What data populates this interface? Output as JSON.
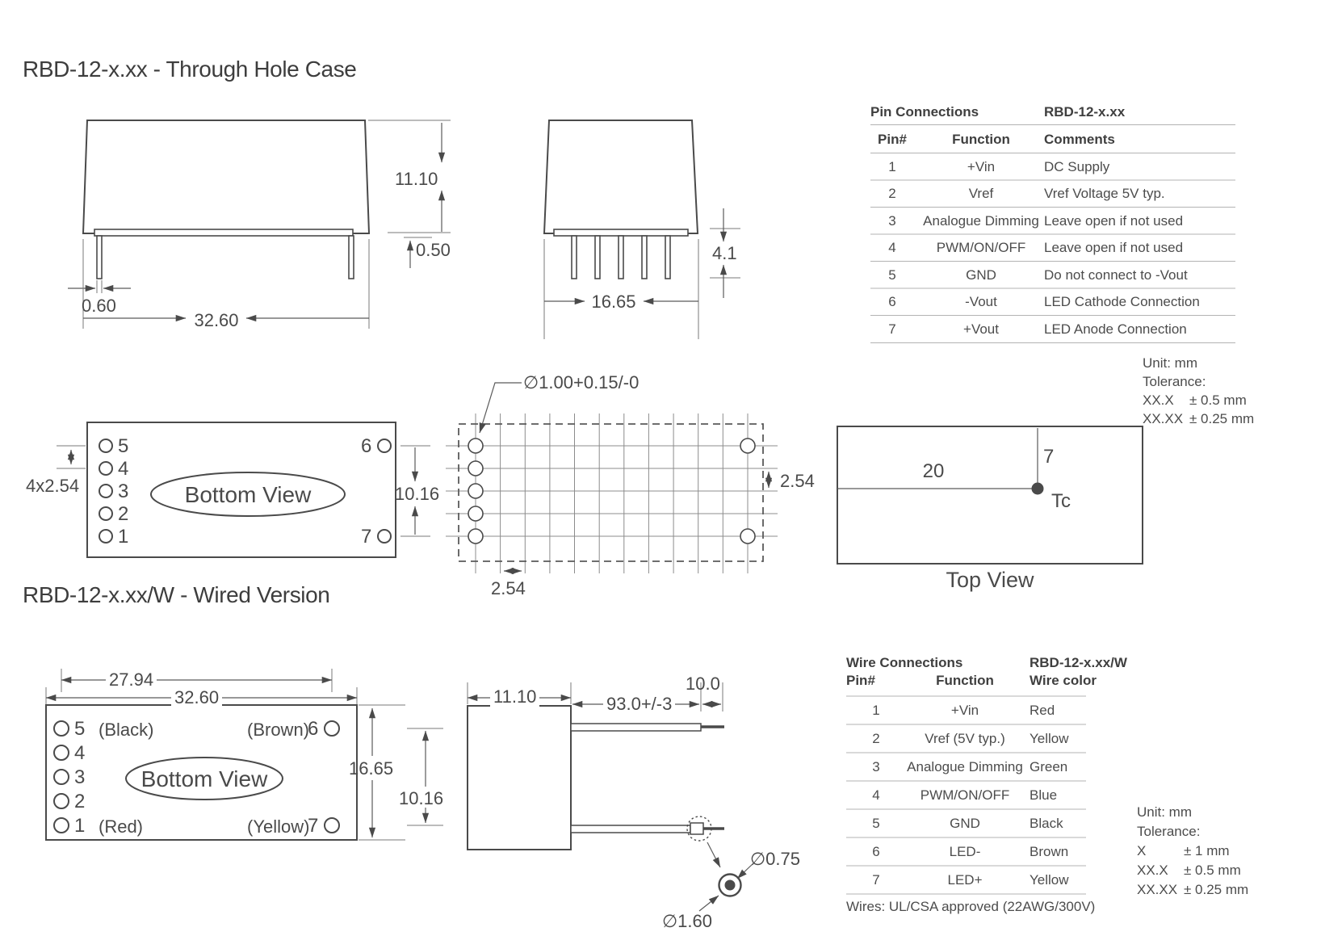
{
  "sections": {
    "through_hole_title": "RBD-12-x.xx - Through Hole Case",
    "wired_title": "RBD-12-x.xx/W - Wired Version"
  },
  "front_view": {
    "height": "11.10",
    "standoff": "0.50",
    "pin_width": "0.60",
    "width": "32.60"
  },
  "side_view": {
    "pin_length": "4.1",
    "depth": "16.65"
  },
  "bottom_view": {
    "label": "Bottom View",
    "pins_left": [
      "5",
      "4",
      "3",
      "2",
      "1"
    ],
    "pin_right_top": "6",
    "pin_right_bottom": "7",
    "pitch": "4x2.54",
    "row_span": "10.16"
  },
  "hole_pattern": {
    "hole_dia": "∅1.00+0.15/-0",
    "pitch_x": "2.54",
    "pitch_y": "2.54"
  },
  "top_view": {
    "label": "Top View",
    "tc_from_left": "20",
    "tc_from_top": "7",
    "tc_label": "Tc"
  },
  "pin_table": {
    "title": "Pin Connections",
    "model": "RBD-12-x.xx",
    "headers": [
      "Pin#",
      "Function",
      "Comments"
    ],
    "rows": [
      [
        "1",
        "+Vin",
        "DC Supply"
      ],
      [
        "2",
        "Vref",
        "Vref Voltage 5V typ."
      ],
      [
        "3",
        "Analogue Dimming",
        "Leave open if not used"
      ],
      [
        "4",
        "PWM/ON/OFF",
        "Leave open if not used"
      ],
      [
        "5",
        "GND",
        "Do not connect to -Vout"
      ],
      [
        "6",
        "-Vout",
        "LED Cathode Connection"
      ],
      [
        "7",
        "+Vout",
        "LED Anode Connection"
      ]
    ]
  },
  "tol_top": {
    "unit": "Unit: mm",
    "tolerance": "Tolerance:",
    "rows": [
      [
        "XX.X",
        "± 0.5 mm"
      ],
      [
        "XX.XX",
        "± 0.25 mm"
      ]
    ]
  },
  "wired_bottom_view": {
    "label": "Bottom View",
    "pins_left": [
      "5",
      "4",
      "3",
      "2",
      "1"
    ],
    "pin5_color": "(Black)",
    "pin1_color": "(Red)",
    "pin6_color": "(Brown)",
    "pin7_color": "(Yellow)",
    "pin6": "6",
    "pin7": "7",
    "dim_pin_span": "27.94",
    "dim_width": "32.60",
    "dim_depth": "16.65",
    "dim_row_span": "10.16"
  },
  "wired_side_view": {
    "dim_body": "11.10",
    "dim_wire_length": "93.0+/-3",
    "dim_strip": "10.0",
    "dia_conductor": "∅0.75",
    "dia_insulation": "∅1.60"
  },
  "wire_table": {
    "title": "Wire Connections",
    "model": "RBD-12-x.xx/W",
    "headers": [
      "Pin#",
      "Function",
      "Wire color"
    ],
    "rows": [
      [
        "1",
        "+Vin",
        "Red"
      ],
      [
        "2",
        "Vref (5V typ.)",
        "Yellow"
      ],
      [
        "3",
        "Analogue Dimming",
        "Green"
      ],
      [
        "4",
        "PWM/ON/OFF",
        "Blue"
      ],
      [
        "5",
        "GND",
        "Black"
      ],
      [
        "6",
        "LED-",
        "Brown"
      ],
      [
        "7",
        "LED+",
        "Yellow"
      ]
    ],
    "footer": "Wires: UL/CSA approved (22AWG/300V)"
  },
  "tol_bottom": {
    "unit": "Unit: mm",
    "tolerance": "Tolerance:",
    "rows": [
      [
        "X",
        "± 1 mm"
      ],
      [
        "XX.X",
        "± 0.5 mm"
      ],
      [
        "XX.XX",
        "± 0.25 mm"
      ]
    ]
  }
}
